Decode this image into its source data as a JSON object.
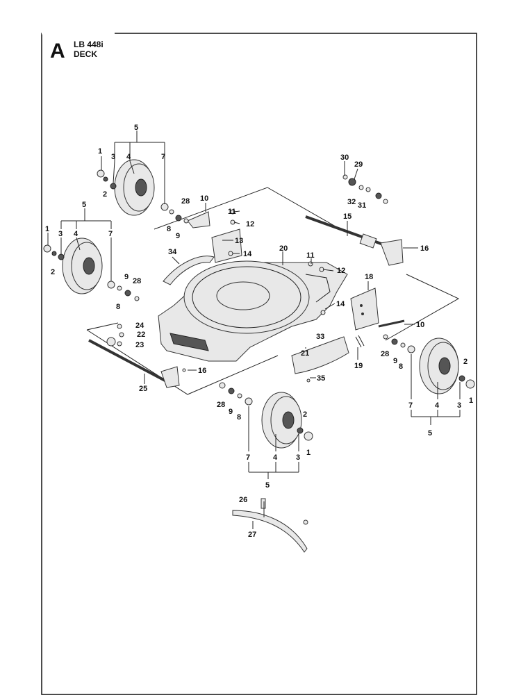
{
  "page": {
    "section_letter": "A",
    "model": "LB 448i",
    "assembly": "DECK"
  },
  "callouts": {
    "c1_a": "1",
    "c1_b": "1",
    "c1_c": "1",
    "c1_d": "1",
    "c2_a": "2",
    "c2_b": "2",
    "c2_c": "2",
    "c2_d": "2",
    "c3_a": "3",
    "c3_b": "3",
    "c3_c": "3",
    "c3_d": "3",
    "c4_a": "4",
    "c4_b": "4",
    "c4_c": "4",
    "c4_d": "4",
    "c5_a": "5",
    "c5_b": "5",
    "c5_c": "5",
    "c5_d": "5",
    "c7_a": "7",
    "c7_b": "7",
    "c7_c": "7",
    "c7_d": "7",
    "c8_a": "8",
    "c8_b": "8",
    "c8_c": "8",
    "c8_d": "8",
    "c9_a": "9",
    "c9_b": "9",
    "c9_c": "9",
    "c9_d": "9",
    "c10_a": "10",
    "c10_b": "10",
    "c11_a": "11",
    "c11_b": "11",
    "c12_a": "12",
    "c12_b": "12",
    "c13": "13",
    "c14_a": "14",
    "c14_b": "14",
    "c15": "15",
    "c16_a": "16",
    "c16_b": "16",
    "c18": "18",
    "c19": "19",
    "c20": "20",
    "c21": "21",
    "c22": "22",
    "c23": "23",
    "c24": "24",
    "c25": "25",
    "c26": "26",
    "c27": "27",
    "c28_a": "28",
    "c28_b": "28",
    "c28_c": "28",
    "c28_d": "28",
    "c29": "29",
    "c30": "30",
    "c31": "31",
    "c32": "32",
    "c33": "33",
    "c34": "34",
    "c35": "35"
  },
  "colors": {
    "ink": "#111111",
    "fill": "#e8e8e8",
    "dark": "#555555"
  }
}
